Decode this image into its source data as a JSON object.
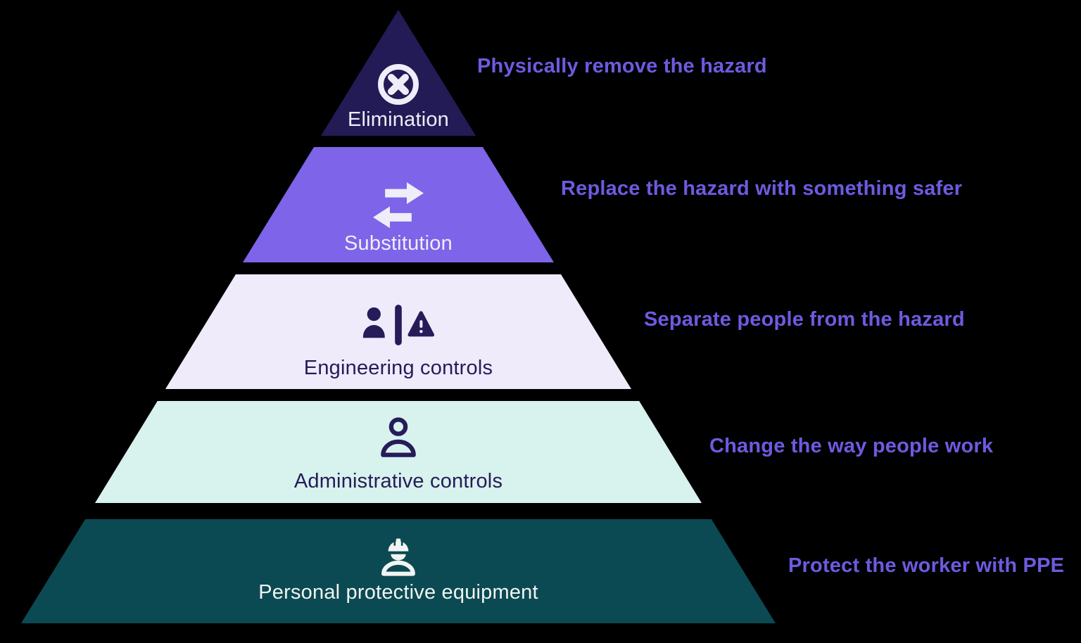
{
  "colors": {
    "background": "#000000",
    "tier_elimination": "#231B55",
    "tier_substitution": "#7D64E8",
    "tier_engineering": "#EFEBFA",
    "tier_administrative": "#D8F2ED",
    "tier_ppe": "#0B4A52",
    "light_label": "#EFEDF8",
    "dark_label": "#261C59",
    "ppe_label": "#F2F4F3",
    "annotation_text": "#6C5BE0"
  },
  "pyramid": {
    "tiers": [
      {
        "label": "Elimination",
        "annotation": "Physically remove the hazard",
        "icon": "crossed-circle-icon"
      },
      {
        "label": "Substitution",
        "annotation": "Replace the hazard with something safer",
        "icon": "swap-arrows-icon"
      },
      {
        "label": "Engineering controls",
        "annotation": "Separate people from the hazard",
        "icon": "person-barrier-hazard-icon"
      },
      {
        "label": "Administrative controls",
        "annotation": "Change the way people work",
        "icon": "person-outline-icon"
      },
      {
        "label": "Personal protective equipment",
        "annotation": "Protect the worker with PPE",
        "icon": "worker-hard-hat-icon"
      }
    ]
  }
}
